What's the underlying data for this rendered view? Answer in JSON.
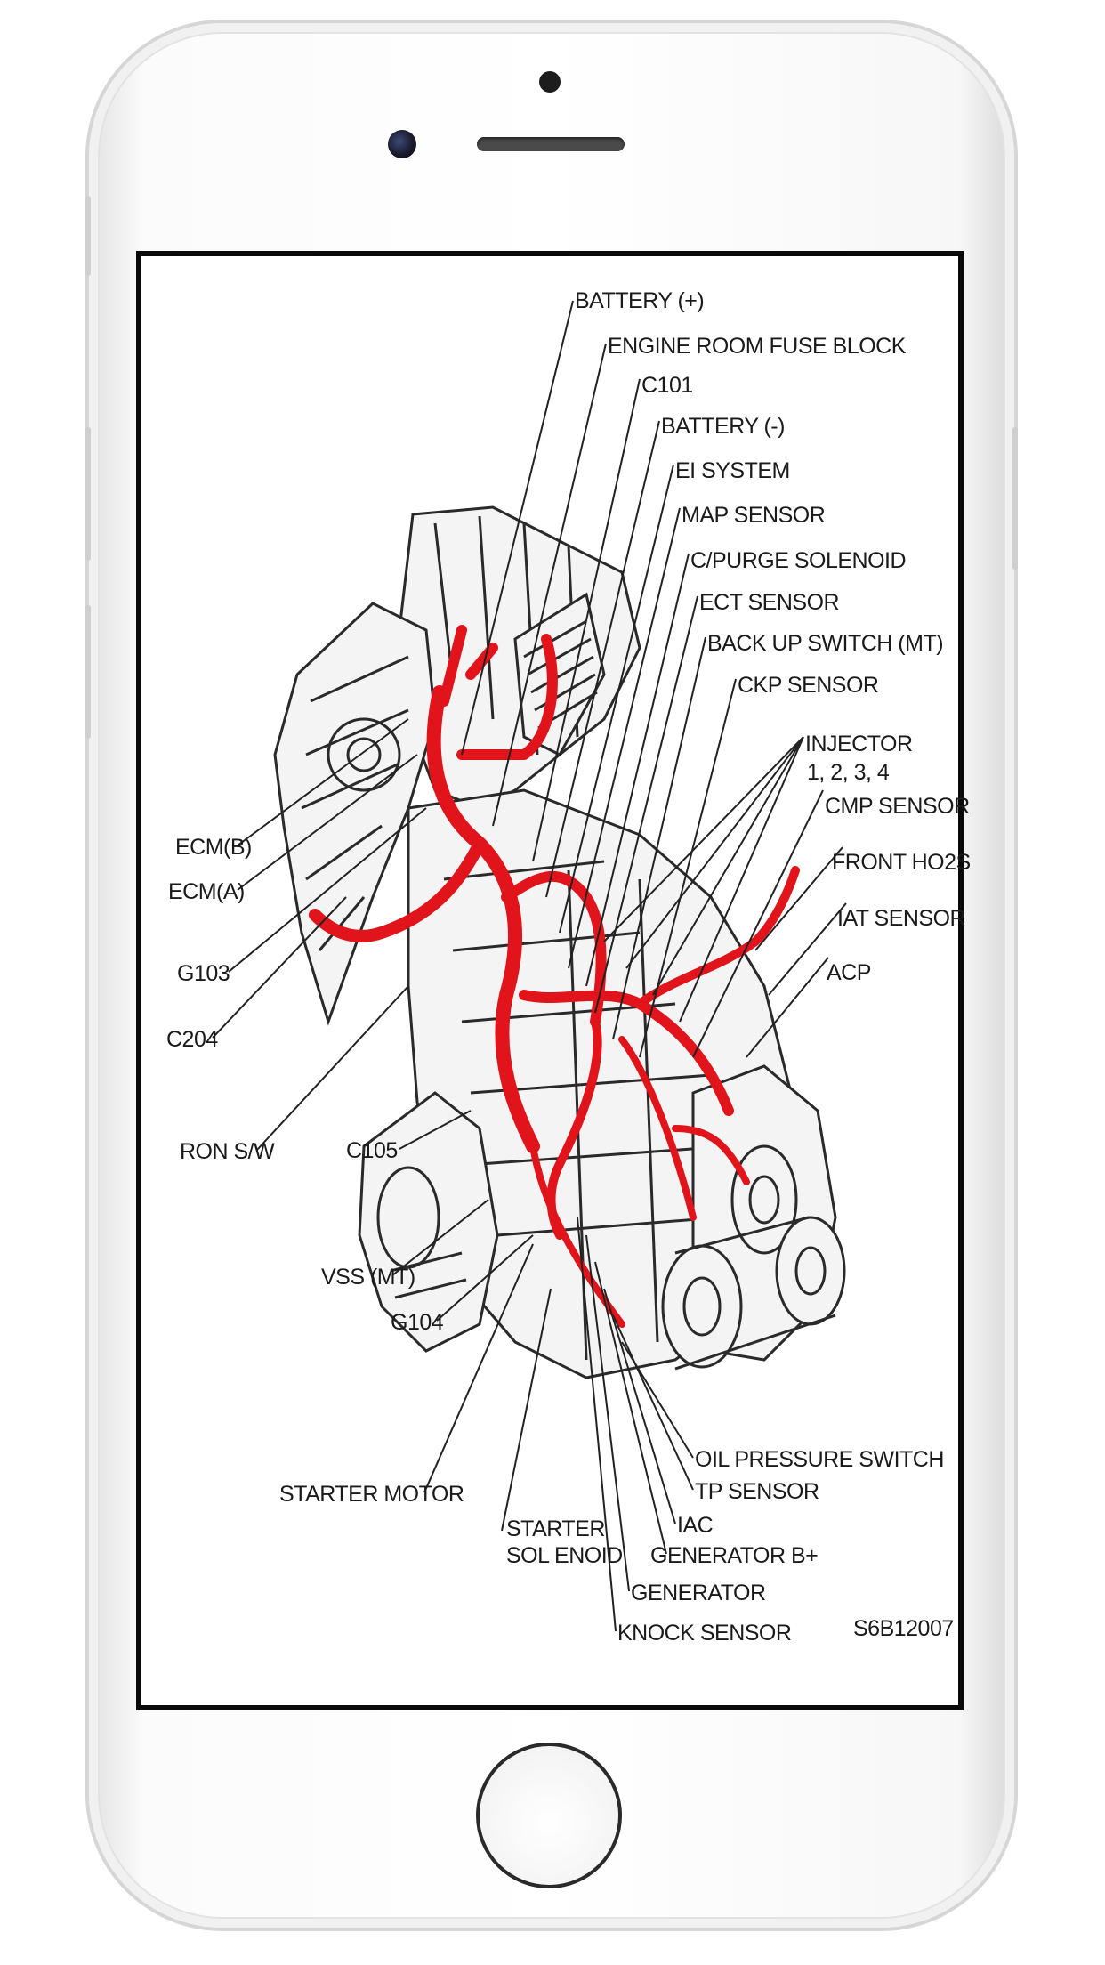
{
  "diagram": {
    "figure_id": "S6B12007",
    "labels": {
      "battery_pos": "BATTERY (+)",
      "engine_room_fuse_block": "ENGINE ROOM FUSE BLOCK",
      "c101": "C101",
      "battery_neg": "BATTERY (-)",
      "ei_system": "EI SYSTEM",
      "map_sensor": "MAP SENSOR",
      "c_purge_solenoid": "C/PURGE SOLENOID",
      "ect_sensor": "ECT SENSOR",
      "back_up_switch": "BACK UP SWITCH (MT)",
      "ckp_sensor": "CKP SENSOR",
      "injector_line1": "INJECTOR",
      "injector_line2": "1, 2, 3, 4",
      "cmp_sensor": "CMP SENSOR",
      "front_ho2s": "FRONT HO2S",
      "iat_sensor": "IAT SENSOR",
      "acp": "ACP",
      "ecm_b": "ECM(B)",
      "ecm_a": "ECM(A)",
      "g103": "G103",
      "c204": "C204",
      "ron_sw": "RON S/W",
      "c105": "C105",
      "vss_mt": "VSS (MT)",
      "g104": "G104",
      "starter_motor": "STARTER MOTOR",
      "starter_solenoid_line1": "STARTER",
      "starter_solenoid_line2": "SOL ENOID",
      "oil_pressure_switch": "OIL PRESSURE SWITCH",
      "tp_sensor": "TP SENSOR",
      "iac": "IAC",
      "generator_b_plus": "GENERATOR B+",
      "generator": "GENERATOR",
      "knock_sensor": "KNOCK SENSOR"
    },
    "colors": {
      "harness": "#e0141a",
      "linework": "#2a2a2a"
    }
  }
}
